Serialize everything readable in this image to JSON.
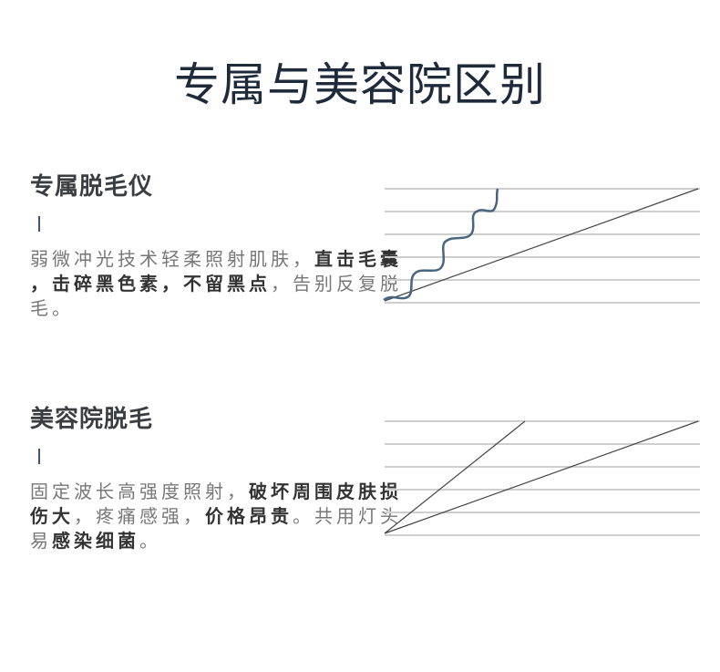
{
  "title": "专属与美容院区别",
  "sections": [
    {
      "heading": "专属脱毛仪",
      "lines": [
        [
          {
            "t": "弱微冲光技术轻柔照射肌肤，",
            "b": false
          },
          {
            "t": "直击毛囊",
            "b": true
          }
        ],
        [
          {
            "t": "，击碎黑色素，不留黑点",
            "b": true
          },
          {
            "t": "，告别反复脱",
            "b": false
          }
        ],
        [
          {
            "t": "毛。",
            "b": false
          }
        ]
      ]
    },
    {
      "heading": "美容院脱毛",
      "lines": [
        [
          {
            "t": "固定波长高强度照射，",
            "b": false
          },
          {
            "t": "破坏周围皮肤损",
            "b": true
          }
        ],
        [
          {
            "t": "伤大",
            "b": true
          },
          {
            "t": "，疼痛感强，",
            "b": false
          },
          {
            "t": "价格昂贵",
            "b": true
          },
          {
            "t": "。共用灯头",
            "b": false
          }
        ],
        [
          {
            "t": "易",
            "b": false
          },
          {
            "t": "感染细菌",
            "b": true
          },
          {
            "t": "。",
            "b": false
          }
        ]
      ]
    }
  ],
  "colors": {
    "title": "#1f2a3a",
    "accent": "#3f5670",
    "grid": "#cfcfcf",
    "line": "#444444"
  }
}
